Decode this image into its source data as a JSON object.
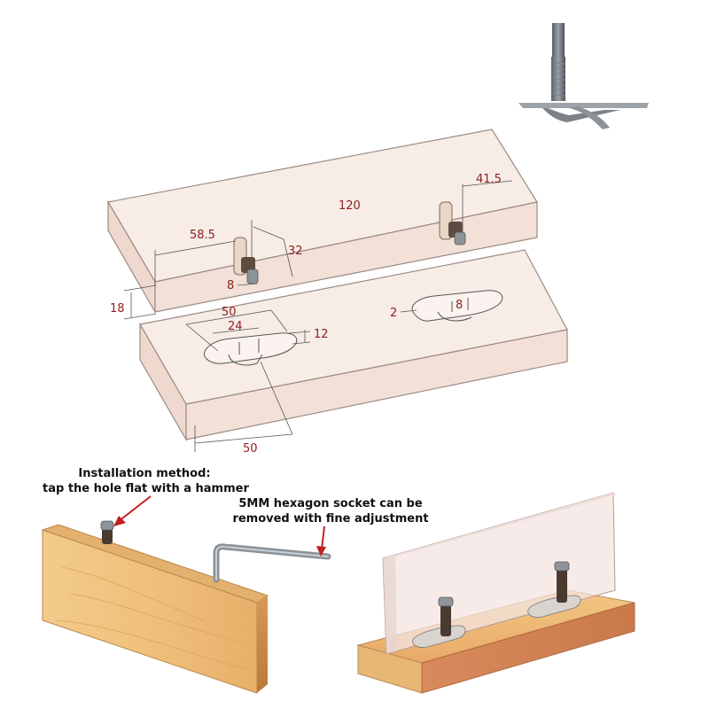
{
  "dimensions": {
    "d_41_5": "41.5",
    "d_120": "120",
    "d_58_5": "58.5",
    "d_32": "32",
    "d_8_left": "8",
    "d_18": "18",
    "d_50_top": "50",
    "d_24": "24",
    "d_12": "12",
    "d_2": "2",
    "d_8_right": "8",
    "d_50_bottom": "50"
  },
  "captions": {
    "installation_line1": "Installation method:",
    "installation_line2": "tap the hole flat with a hammer",
    "hex_line1": "5MM hexagon socket can be",
    "hex_line2": "removed with fine adjustment"
  },
  "colors": {
    "dimension_text": "#8a2222",
    "arrow_red": "#c0201e",
    "acrylic_fill": "#f3e3dc",
    "wood_light": "#f0c27e",
    "wood_dark": "#c98a45"
  }
}
